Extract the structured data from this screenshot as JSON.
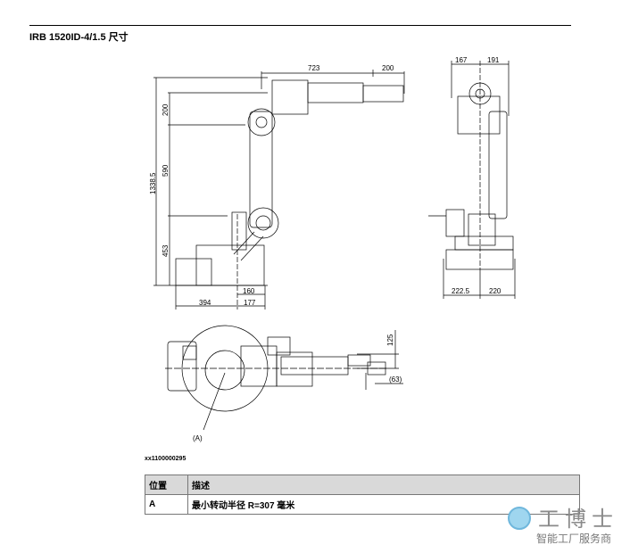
{
  "header": {
    "title": "IRB 1520ID-4/1.5 尺寸"
  },
  "drawing": {
    "side_view": {
      "dims": {
        "reach": "723",
        "wrist": "200",
        "total_height": "1338.5",
        "h_top": "200",
        "h_mid": "590",
        "h_base": "453",
        "base_160": "160",
        "base_177": "177",
        "base_394": "394"
      }
    },
    "rear_view": {
      "dims": {
        "top_left": "167",
        "top_right": "191",
        "bottom_left": "222.5",
        "bottom_right": "220"
      }
    },
    "top_view": {
      "dims": {
        "offset_125": "125",
        "offset_63": "(63)"
      },
      "callout": "(A)"
    },
    "figure_id": "xx1100000295"
  },
  "table": {
    "headers": [
      "位置",
      "描述"
    ],
    "rows": [
      [
        "A",
        "最小转动半径 R=307 毫米"
      ]
    ]
  },
  "watermark": {
    "brand": "工博士",
    "tagline": "智能工厂服务商"
  }
}
